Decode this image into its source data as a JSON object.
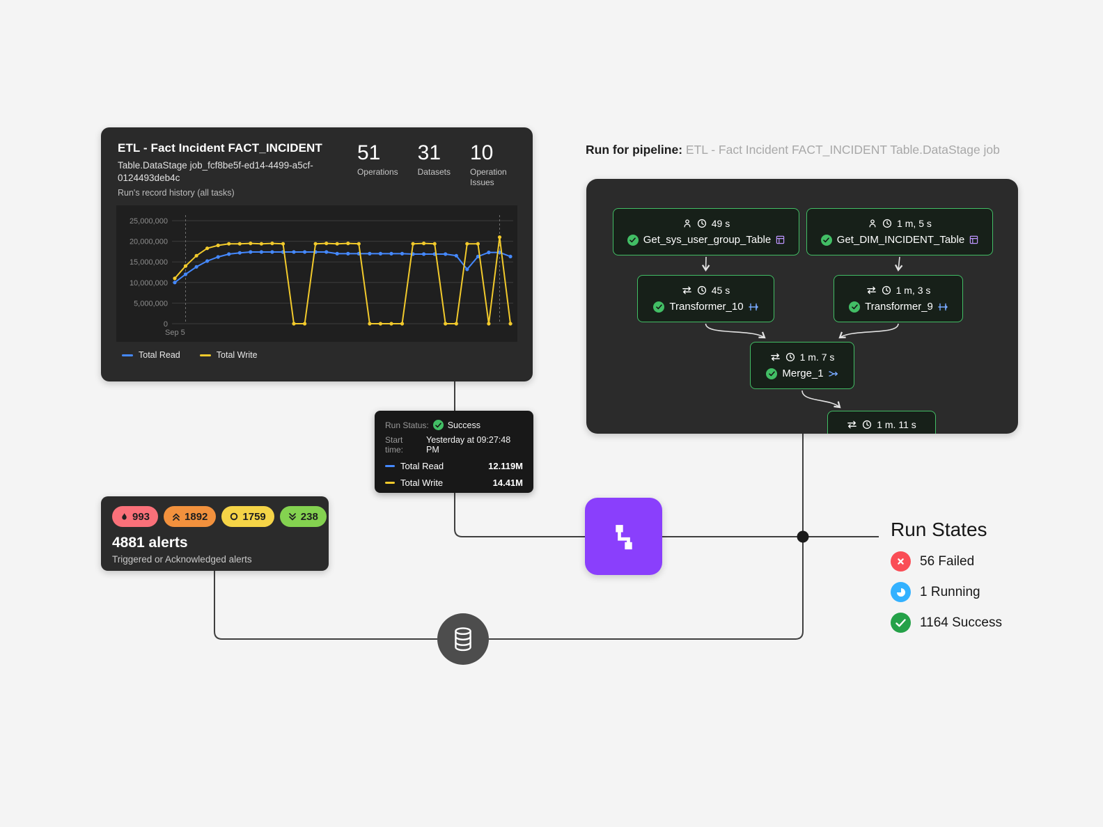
{
  "pipeline_card": {
    "title": "ETL - Fact Incident FACT_INCIDENT",
    "subtitle": "Table.DataStage job_fcf8be5f-ed14-4499-a5cf-0124493deb4c",
    "history_label": "Run's record history (all tasks)",
    "stats": [
      {
        "value": "51",
        "label": "Operations"
      },
      {
        "value": "31",
        "label": "Datasets"
      },
      {
        "value": "10",
        "label": "Operation Issues"
      }
    ]
  },
  "chart_data": {
    "type": "line",
    "title": "Run's record history (all tasks)",
    "ylim": [
      0,
      25000000
    ],
    "ytick_values": [
      0,
      5000000,
      10000000,
      15000000,
      20000000,
      25000000
    ],
    "ytick_labels": [
      "0",
      "5,000,000",
      "10,000,000",
      "15,000,000",
      "20,000,000",
      "25,000,000"
    ],
    "x_axis": {
      "tick_label": "Sep 5"
    },
    "cursor_indices": [
      1,
      30
    ],
    "legend_position": "bottom",
    "grid": true,
    "series": [
      {
        "name": "Total Read",
        "color": "#4589ff",
        "values": [
          10000000,
          12000000,
          13800000,
          15200000,
          16200000,
          16900000,
          17200000,
          17400000,
          17400000,
          17400000,
          17400000,
          17400000,
          17400000,
          17400000,
          17400000,
          17000000,
          17000000,
          17000000,
          17000000,
          17000000,
          17000000,
          17000000,
          16900000,
          16900000,
          16900000,
          16900000,
          16500000,
          13200000,
          16300000,
          17300000,
          17300000,
          16300000
        ]
      },
      {
        "name": "Total Write",
        "color": "#f2ca2c",
        "values": [
          11000000,
          14000000,
          16500000,
          18300000,
          19000000,
          19400000,
          19400000,
          19500000,
          19400000,
          19500000,
          19400000,
          0,
          0,
          19400000,
          19500000,
          19400000,
          19500000,
          19400000,
          0,
          0,
          0,
          0,
          19400000,
          19500000,
          19400000,
          0,
          0,
          19400000,
          19400000,
          0,
          21000000,
          0
        ]
      }
    ]
  },
  "tooltip": {
    "status_label": "Run Status:",
    "status_value": "Success",
    "start_label": "Start time:",
    "start_value": "Yesterday at 09:27:48 PM",
    "read_value": "12.119M",
    "write_value": "14.41M"
  },
  "alerts": {
    "pills": [
      {
        "count": "993",
        "color": "#fa7079",
        "icon": "flame-icon"
      },
      {
        "count": "1892",
        "color": "#f2913d",
        "icon": "chevrons-up-icon"
      },
      {
        "count": "1759",
        "color": "#f5d447",
        "icon": "circle-icon"
      },
      {
        "count": "238",
        "color": "#84d250",
        "icon": "chevrons-down-icon"
      }
    ],
    "total": "4881 alerts",
    "subtitle": "Triggered or Acknowledged alerts"
  },
  "run_for_pipeline": {
    "label": "Run for pipeline:",
    "value": "ETL - Fact Incident FACT_INCIDENT Table.DataStage job"
  },
  "dag": {
    "success_color": "#42be65",
    "nodes": [
      {
        "duration": "49 s",
        "name": "Get_sys_user_group_Table"
      },
      {
        "duration": "1 m, 5 s",
        "name": "Get_DIM_INCIDENT_Table"
      },
      {
        "duration": "45 s",
        "name": "Transformer_10"
      },
      {
        "duration": "1 m, 3 s",
        "name": "Transformer_9"
      },
      {
        "duration": "1 m. 7 s",
        "name": "Merge_1"
      },
      {
        "duration": "1 m. 11 s",
        "name": ""
      }
    ]
  },
  "run_states": {
    "title": "Run States",
    "items": [
      {
        "label": "56 Failed",
        "color": "#fa4d56",
        "state": "failed"
      },
      {
        "label": "1 Running",
        "color": "#33b1ff",
        "state": "running"
      },
      {
        "label": "1164 Success",
        "color": "#24a148",
        "state": "success"
      }
    ]
  }
}
